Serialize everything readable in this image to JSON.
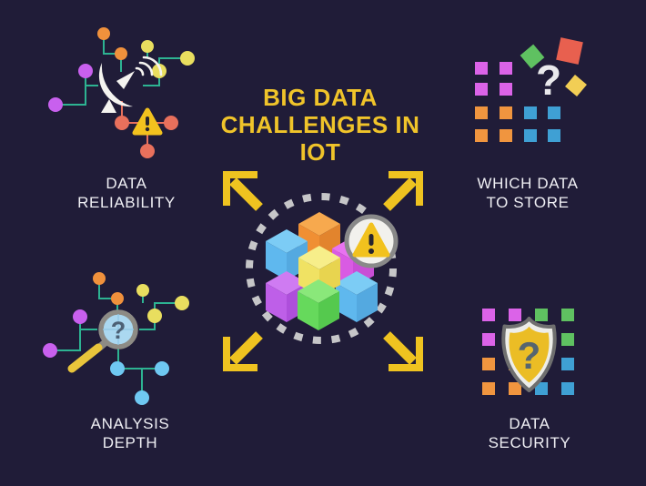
{
  "title": {
    "line1": "BIG DATA",
    "line2": "CHALLENGES IN IOT"
  },
  "challenges": [
    {
      "id": "data-reliability",
      "line1": "DATA",
      "line2": "RELIABILITY",
      "icon": "satellite-network-warning-icon",
      "position": "top-left"
    },
    {
      "id": "which-data-to-store",
      "line1": "WHICH DATA",
      "line2": "TO STORE",
      "icon": "scattered-data-grid-question-icon",
      "position": "top-right"
    },
    {
      "id": "analysis-depth",
      "line1": "ANALYSIS",
      "line2": "DEPTH",
      "icon": "magnifier-network-question-icon",
      "position": "bottom-left"
    },
    {
      "id": "data-security",
      "line1": "DATA",
      "line2": "SECURITY",
      "icon": "shield-question-grid-icon",
      "position": "bottom-right"
    }
  ],
  "center_graphic": {
    "icon": "expanding-cubes-warning-icon",
    "elements": [
      "four-outward-arrows",
      "dashed-circle",
      "seven-colored-cubes",
      "warning-badge"
    ]
  },
  "glyphs": {
    "question_mark": "?",
    "exclamation_mark": "!"
  },
  "palette": {
    "background": "#201C38",
    "title_gold": "#F0C42A",
    "label_text": "#EFEFF4",
    "arrow_yellow": "#EFC320",
    "dash_gray": "#C6C6C8",
    "teal_line": "#2DB392",
    "red_line": "#E8705C",
    "node_orange": "#F0913C",
    "node_yellow": "#E9DE5F",
    "node_purple": "#C860EE",
    "node_red": "#E8705C",
    "node_blue": "#6FC8F2",
    "square_magenta": "#DB63E8",
    "square_orange": "#F0953F",
    "square_blue": "#3FA0D4",
    "square_green": "#5FC161",
    "square_red": "#E8604F",
    "square_yellow": "#F2CE55",
    "warning_yellow": "#F2C21E",
    "badge_white": "#F2F1ED",
    "shield_gold": "#EBBD25",
    "lens_blue": "#ABD8F0"
  }
}
